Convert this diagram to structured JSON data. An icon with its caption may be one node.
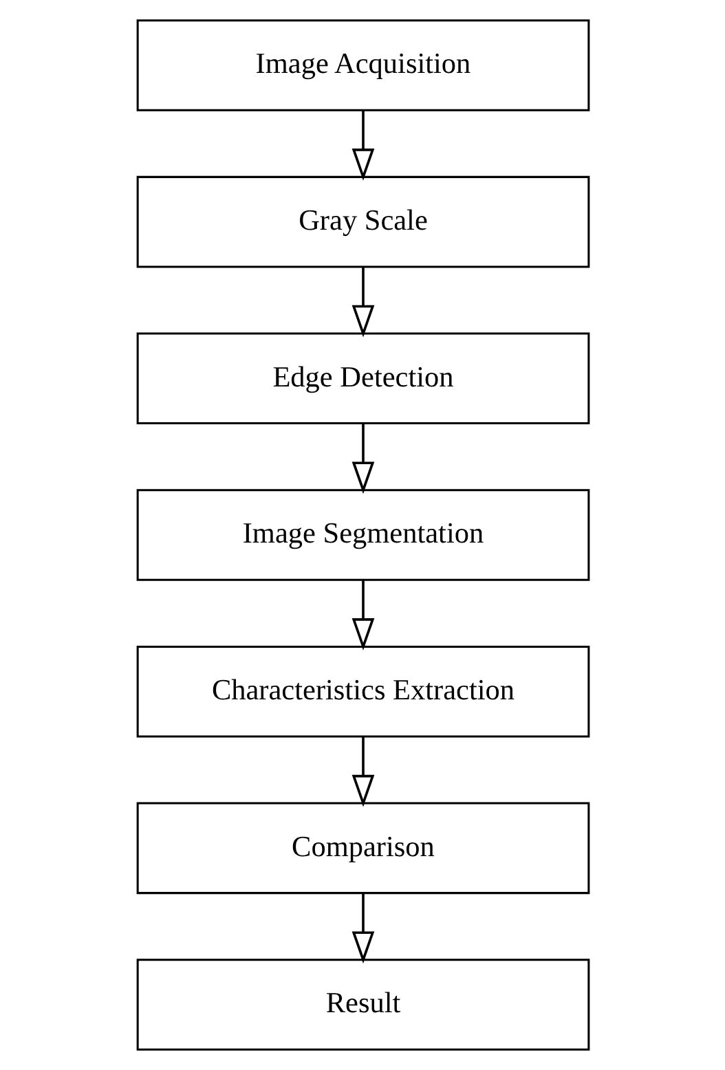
{
  "diagram": {
    "nodes": [
      {
        "text": [
          "Image Acquisition"
        ]
      },
      {
        "text": [
          "Gray Scale"
        ]
      },
      {
        "text": [
          "Edge Detection"
        ]
      },
      {
        "text": [
          "Image Segmentation"
        ]
      },
      {
        "text": [
          "Characteristics Extraction"
        ]
      },
      {
        "text": [
          "Comparison"
        ]
      },
      {
        "text": [
          "Result"
        ]
      }
    ],
    "edges": [
      {
        "from": 0,
        "to": 1,
        "arrow": "to"
      },
      {
        "from": 1,
        "to": 2,
        "arrow": "to"
      },
      {
        "from": 2,
        "to": 3,
        "arrow": "to"
      },
      {
        "from": 3,
        "to": 4,
        "arrow": "to"
      },
      {
        "from": 4,
        "to": 5,
        "arrow": "to"
      },
      {
        "from": 5,
        "to": 6,
        "arrow": "to"
      }
    ]
  }
}
